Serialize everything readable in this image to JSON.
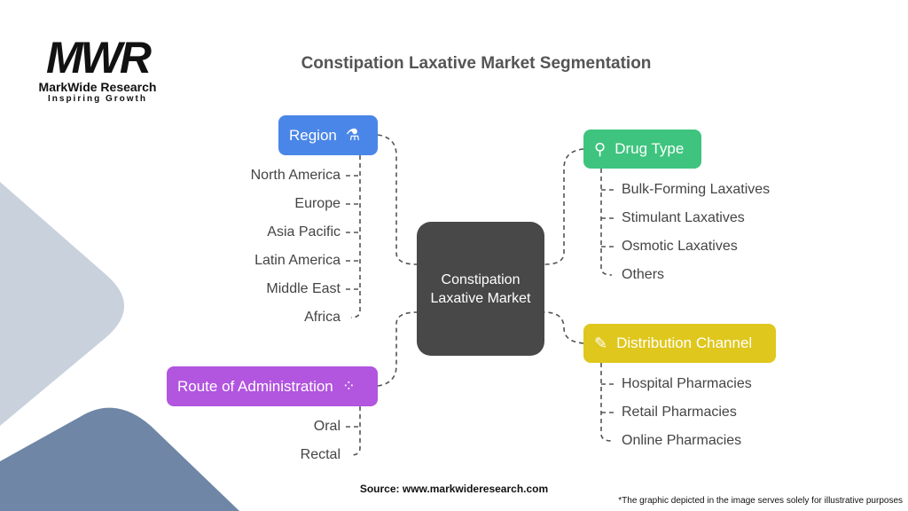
{
  "logo": {
    "mark": "MWR",
    "name": "MarkWide Research",
    "tagline": "Inspiring Growth"
  },
  "title": "Constipation Laxative Market Segmentation",
  "center": "Constipation Laxative Market",
  "region": {
    "label": "Region",
    "icon": "mortar-bowl-icon",
    "color": "#4a86e8",
    "items": [
      "North America",
      "Europe",
      "Asia Pacific",
      "Latin America",
      "Middle East",
      "Africa"
    ]
  },
  "drug_type": {
    "label": "Drug Type",
    "icon": "dropper-icon",
    "color": "#3ec47e",
    "items": [
      "Bulk-Forming Laxatives",
      "Stimulant Laxatives",
      "Osmotic Laxatives",
      "Others"
    ]
  },
  "distribution": {
    "label": "Distribution Channel",
    "icon": "pill-bottle-icon",
    "color": "#dfc71d",
    "items": [
      "Hospital Pharmacies",
      "Retail Pharmacies",
      "Online Pharmacies"
    ]
  },
  "route": {
    "label": "Route of Administration",
    "icon": "pills-icon",
    "color": "#b255df",
    "items": [
      "Oral",
      "Rectal"
    ]
  },
  "source": "Source: www.markwideresearch.com",
  "footnote": "*The graphic depicted in the image serves solely for illustrative purposes"
}
